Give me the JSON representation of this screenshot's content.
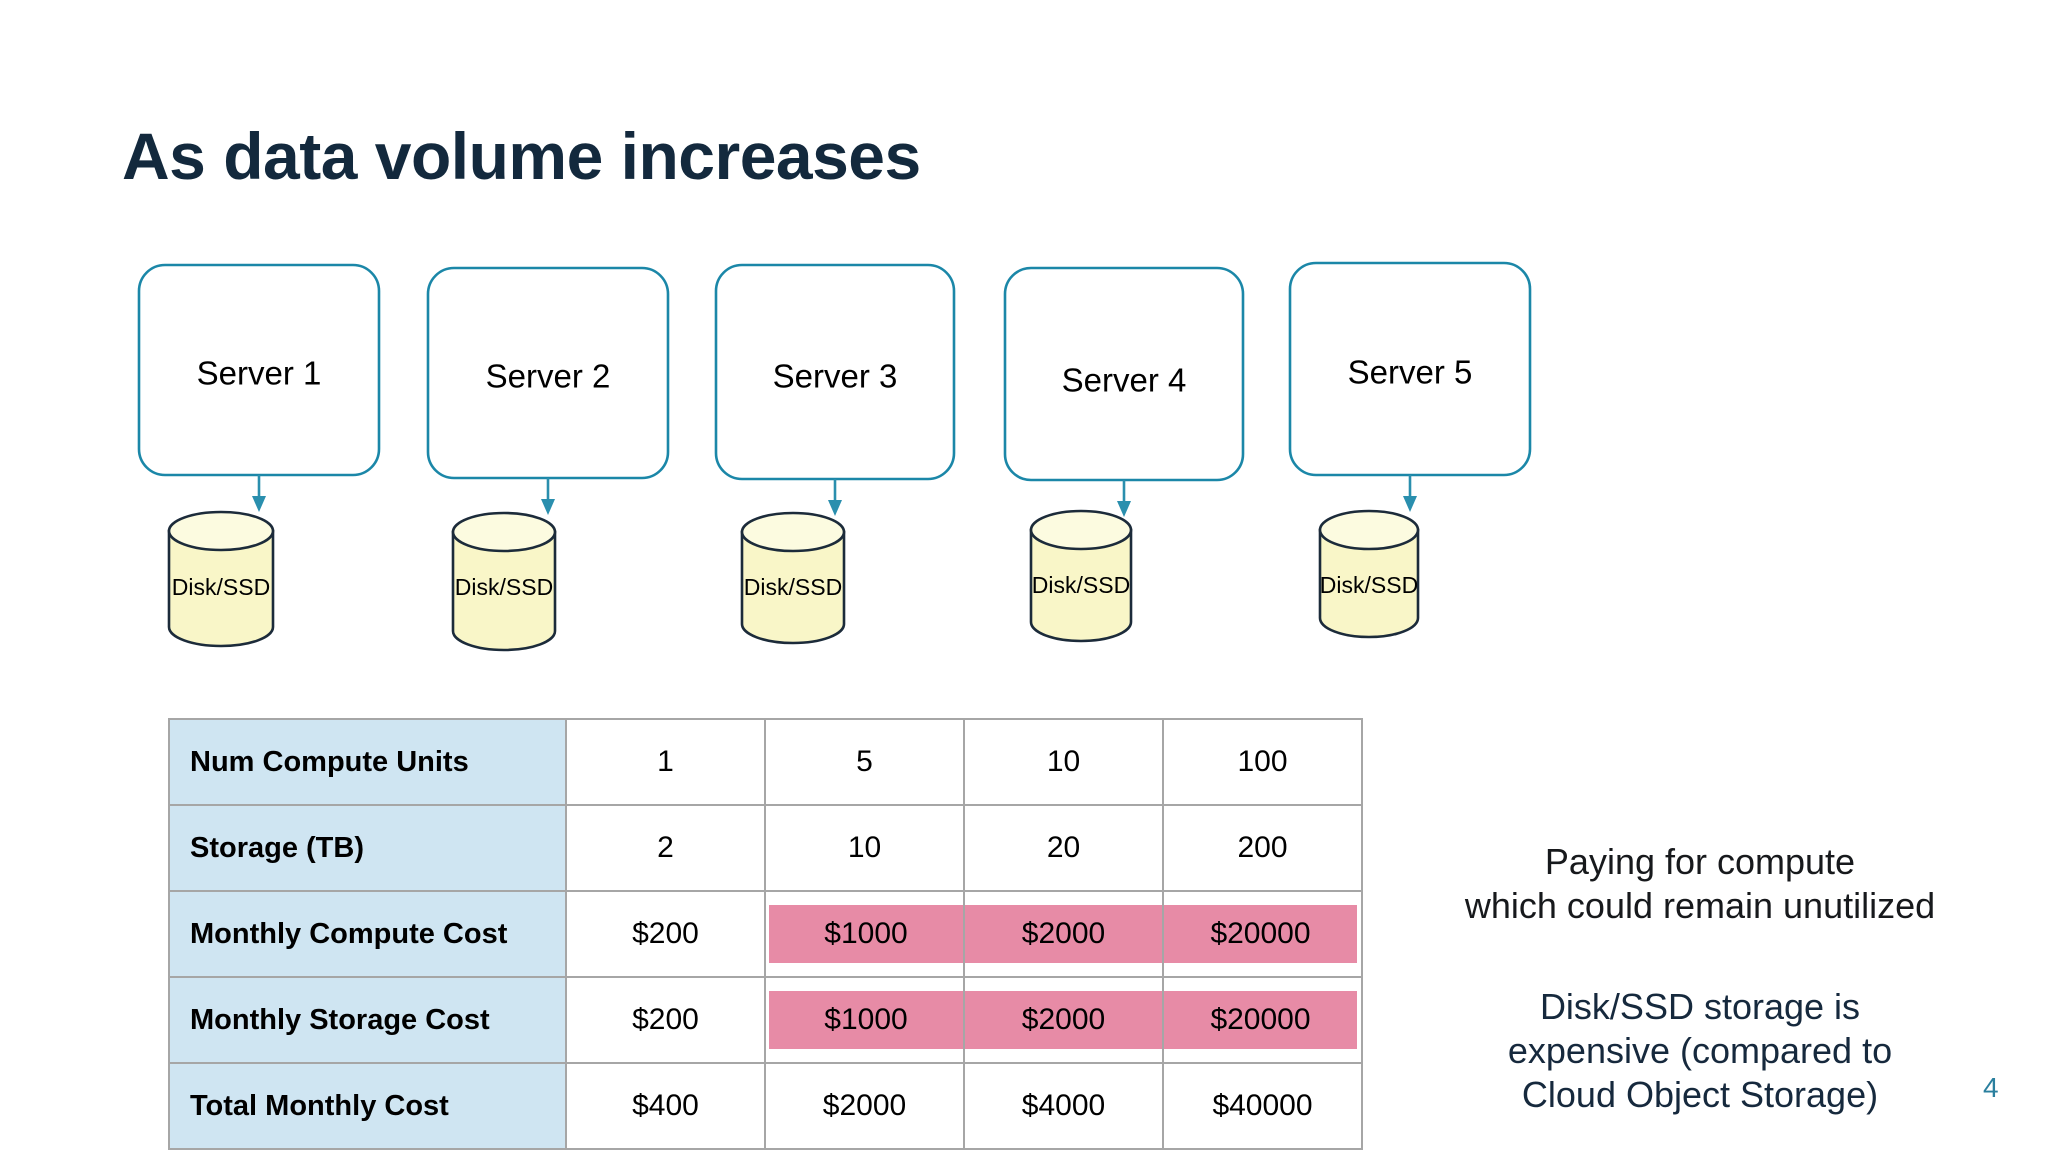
{
  "slide": {
    "title": "As data volume increases",
    "page_number": "4"
  },
  "diagram": {
    "servers": [
      {
        "label": "Server 1",
        "storage_label": "Disk/SSD"
      },
      {
        "label": "Server 2",
        "storage_label": "Disk/SSD"
      },
      {
        "label": "Server 3",
        "storage_label": "Disk/SSD"
      },
      {
        "label": "Server 4",
        "storage_label": "Disk/SSD"
      },
      {
        "label": "Server 5",
        "storage_label": "Disk/SSD"
      }
    ],
    "colors": {
      "server_border": "#1b87a8",
      "server_fill": "#ffffff",
      "disk_fill": "#f9f6c8",
      "disk_stroke": "#1c2b3a",
      "arrow": "#2a8fae"
    }
  },
  "table": {
    "rows": [
      {
        "label": "Num Compute Units",
        "cells": [
          {
            "value": "1",
            "highlight": false
          },
          {
            "value": "5",
            "highlight": false
          },
          {
            "value": "10",
            "highlight": false
          },
          {
            "value": "100",
            "highlight": false
          }
        ]
      },
      {
        "label": "Storage (TB)",
        "cells": [
          {
            "value": "2",
            "highlight": false
          },
          {
            "value": "10",
            "highlight": false
          },
          {
            "value": "20",
            "highlight": false
          },
          {
            "value": "200",
            "highlight": false
          }
        ]
      },
      {
        "label": "Monthly Compute Cost",
        "cells": [
          {
            "value": "$200",
            "highlight": false
          },
          {
            "value": "$1000",
            "highlight": true
          },
          {
            "value": "$2000",
            "highlight": true
          },
          {
            "value": "$20000",
            "highlight": true
          }
        ]
      },
      {
        "label": "Monthly Storage Cost",
        "cells": [
          {
            "value": "$200",
            "highlight": false
          },
          {
            "value": "$1000",
            "highlight": true
          },
          {
            "value": "$2000",
            "highlight": true
          },
          {
            "value": "$20000",
            "highlight": true
          }
        ]
      },
      {
        "label": "Total Monthly Cost",
        "cells": [
          {
            "value": "$400",
            "highlight": false
          },
          {
            "value": "$2000",
            "highlight": false
          },
          {
            "value": "$4000",
            "highlight": false
          },
          {
            "value": "$40000",
            "highlight": false
          }
        ]
      }
    ],
    "colors": {
      "label_background": "#cfe5f2",
      "highlight": "#e78ba6",
      "border": "#a6a6a6"
    }
  },
  "notes": {
    "compute": "Paying for compute\nwhich could remain unutilized",
    "storage": "Disk/SSD storage is\nexpensive (compared to\nCloud Object Storage)",
    "compute_color": "#17191c",
    "storage_color": "#16293d"
  }
}
